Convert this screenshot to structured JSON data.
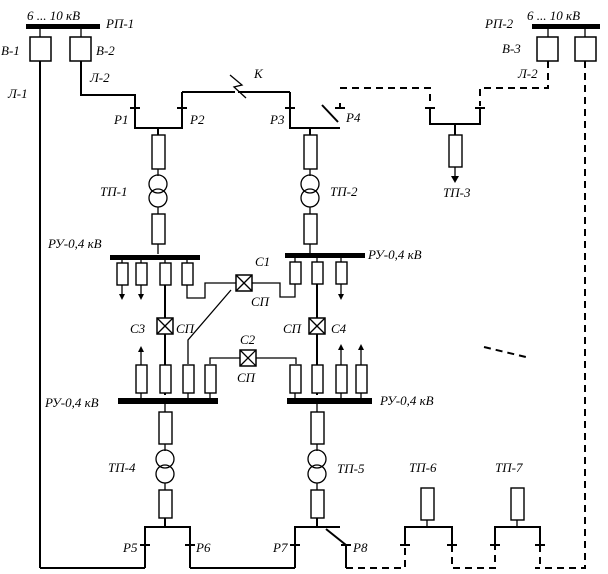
{
  "labels": {
    "rp1_voltage": "6 ... 10 кВ",
    "rp1_name": "РП-1",
    "rp2_voltage": "6 ... 10 кВ",
    "rp2_name": "РП-2",
    "b1": "В-1",
    "b2": "В-2",
    "b3": "В-3",
    "l1": "Л-1",
    "l2_left": "Л-2",
    "l2_right": "Л-2",
    "k": "К",
    "p1": "Р1",
    "p2": "Р2",
    "p3": "Р3",
    "p4": "Р4",
    "p5": "Р5",
    "p6": "Р6",
    "p7": "Р7",
    "p8": "Р8",
    "tp1": "ТП-1",
    "tp2": "ТП-2",
    "tp3": "ТП-3",
    "tp4": "ТП-4",
    "tp5": "ТП-5",
    "tp6": "ТП-6",
    "tp7": "ТП-7",
    "ru1": "РУ-0,4 кВ",
    "ru2": "РУ-0,4 кВ",
    "ru4": "РУ-0,4 кВ",
    "ru5": "РУ-0,4 кВ",
    "c1": "С1",
    "c2": "С2",
    "c3": "С3",
    "c4": "С4",
    "sp_c1": "СП",
    "sp_c2": "СП",
    "sp_c3": "СП",
    "sp_c4": "СП"
  }
}
